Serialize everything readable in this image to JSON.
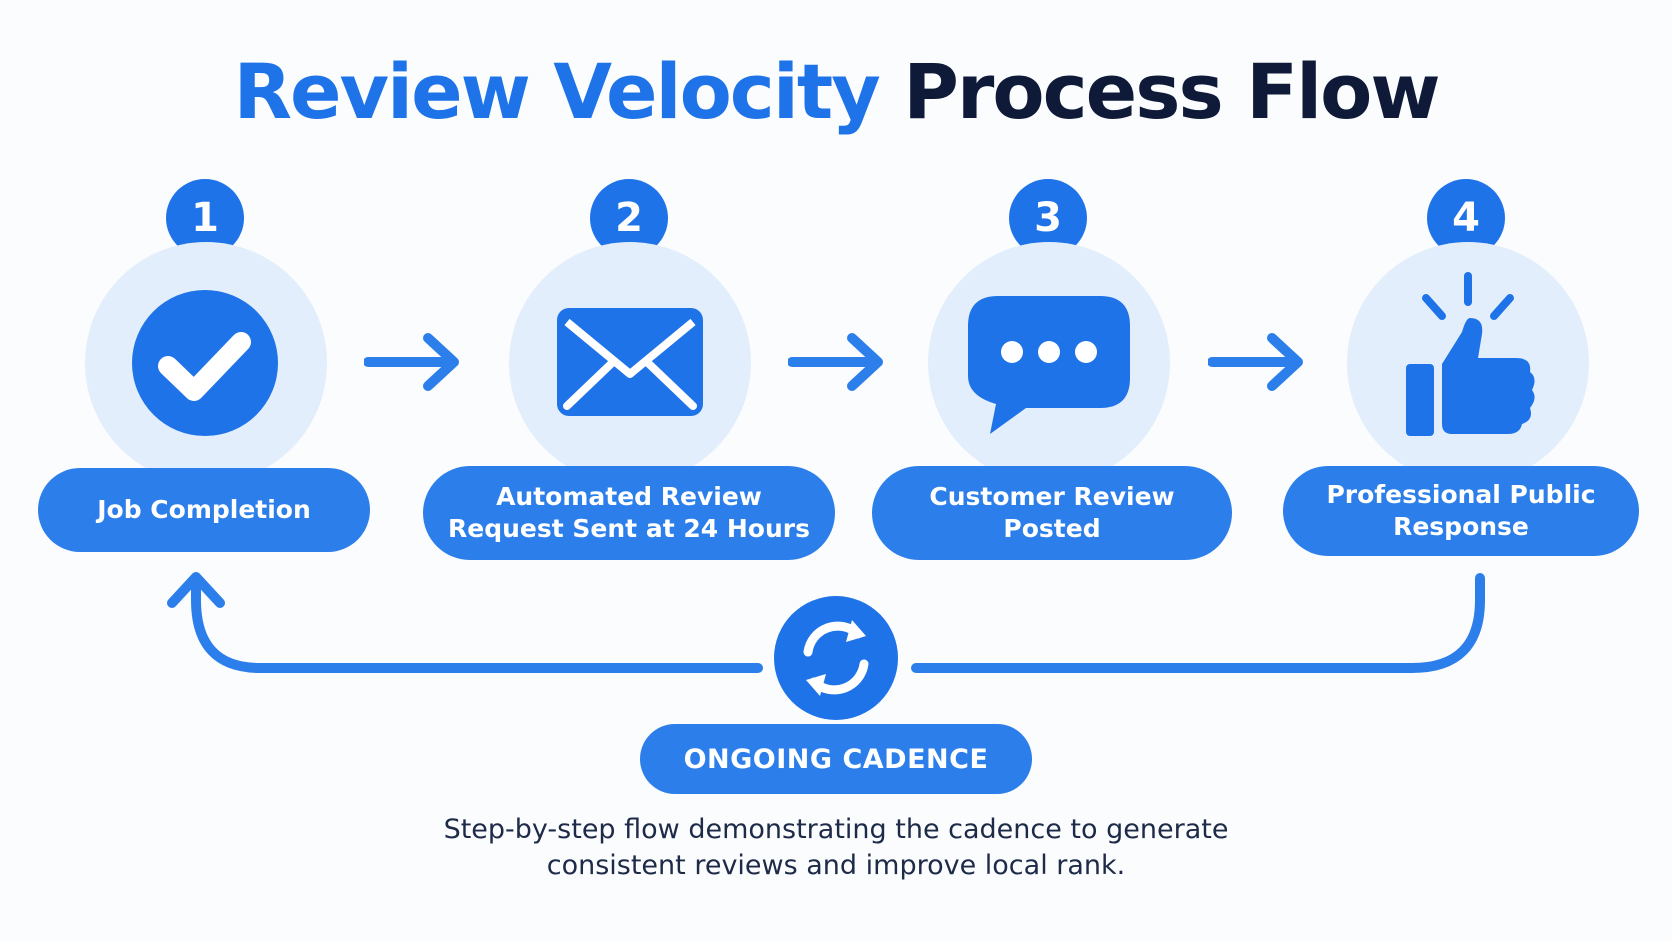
{
  "title": {
    "highlight": "Review Velocity",
    "rest": "Process Flow"
  },
  "steps": [
    {
      "number": "1",
      "label_line1": "Job Completion",
      "label_line2": "",
      "icon": "check-circle-icon"
    },
    {
      "number": "2",
      "label_line1": "Automated Review",
      "label_line2": "Request Sent at 24 Hours",
      "icon": "envelope-icon"
    },
    {
      "number": "3",
      "label_line1": "Customer Review",
      "label_line2": "Posted",
      "icon": "chat-bubble-icon"
    },
    {
      "number": "4",
      "label_line1": "Professional Public",
      "label_line2": "Response",
      "icon": "thumbs-up-icon"
    }
  ],
  "loop": {
    "label": "ONGOING CADENCE",
    "icon": "refresh-cycle-icon"
  },
  "caption": {
    "line1": "Step-by-step flow demonstrating the cadence to generate",
    "line2": "consistent reviews and improve local rank."
  },
  "colors": {
    "primary": "#1f73e8",
    "pill": "#2c7fea",
    "halo": "#e2eefb",
    "dark": "#0e1a38"
  }
}
